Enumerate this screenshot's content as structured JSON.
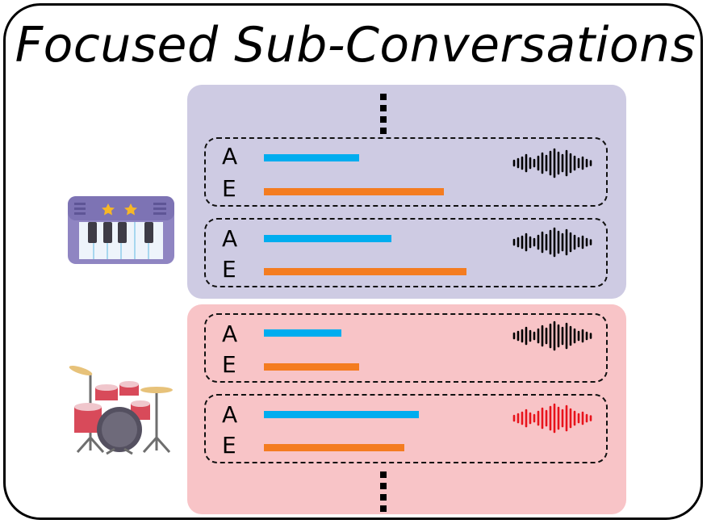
{
  "title": "Focused Sub-Conversations",
  "colors": {
    "assistant_bar": "#00adef",
    "expert_bar": "#f47c20",
    "piano_panel": "#cecbe3",
    "drum_panel": "#f8c4c7",
    "waveform_default": "#000000",
    "waveform_highlight": "#e8131b"
  },
  "groups": [
    {
      "instrument": "piano-icon",
      "exchanges": [
        {
          "a_label": "A",
          "e_label": "E",
          "a_len": 0.38,
          "e_len": 0.72,
          "wave": "waveform-icon"
        },
        {
          "a_label": "A",
          "e_label": "E",
          "a_len": 0.51,
          "e_len": 0.81,
          "wave": "waveform-icon"
        }
      ]
    },
    {
      "instrument": "drum-kit-icon",
      "exchanges": [
        {
          "a_label": "A",
          "e_label": "E",
          "a_len": 0.31,
          "e_len": 0.38,
          "wave": "waveform-icon"
        },
        {
          "a_label": "A",
          "e_label": "E",
          "a_len": 0.62,
          "e_len": 0.56,
          "wave": "waveform-icon-highlighted"
        }
      ]
    }
  ]
}
